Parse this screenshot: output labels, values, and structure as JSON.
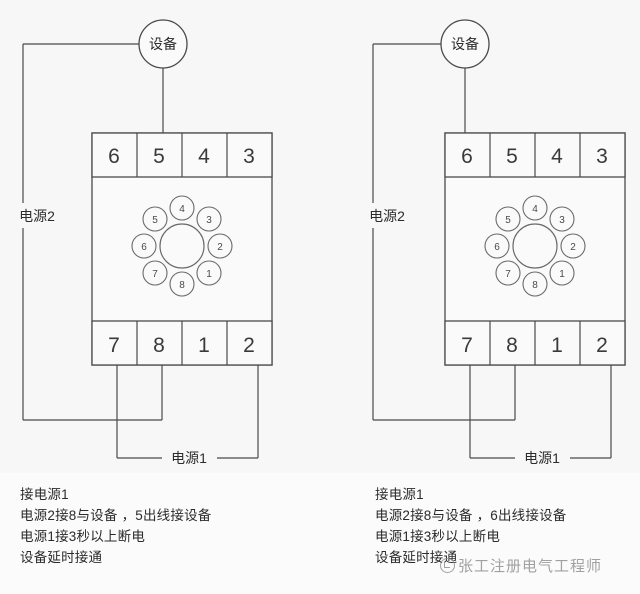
{
  "page": {
    "background": "#f7f7f7",
    "line_color": "#4a4a4a",
    "text_color": "#2b2b2b"
  },
  "diagrams": [
    {
      "id": "left",
      "device_node_label": "设备",
      "power2_label": "电源2",
      "power1_label": "电源1",
      "top_terminals": [
        "6",
        "5",
        "4",
        "3"
      ],
      "bottom_terminals": [
        "7",
        "8",
        "1",
        "2"
      ],
      "pins": [
        "1",
        "2",
        "3",
        "4",
        "5",
        "6",
        "7",
        "8"
      ],
      "device_output_terminal": "5",
      "caption": [
        "接电源1",
        "电源2接8与设备 ，5出线接设备",
        "电源1接3秒以上断电",
        "设备延时接通"
      ]
    },
    {
      "id": "right",
      "device_node_label": "设备",
      "power2_label": "电源2",
      "power1_label": "电源1",
      "top_terminals": [
        "6",
        "5",
        "4",
        "3"
      ],
      "bottom_terminals": [
        "7",
        "8",
        "1",
        "2"
      ],
      "pins": [
        "1",
        "2",
        "3",
        "4",
        "5",
        "6",
        "7",
        "8"
      ],
      "device_output_terminal": "6",
      "caption": [
        "接电源1",
        "电源2接8与设备 ，6出线接设备",
        "电源1接3秒以上断电",
        "设备延时接通"
      ]
    }
  ],
  "watermark": {
    "text": "张工注册电气工程师",
    "logo_icon": "circle-logo-icon"
  }
}
